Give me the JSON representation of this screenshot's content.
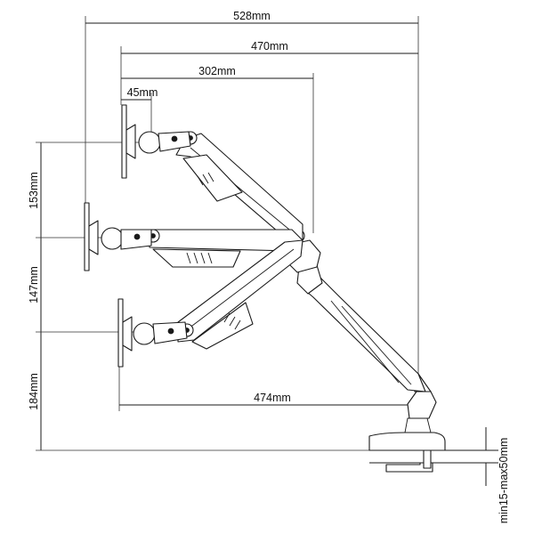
{
  "dimensions": {
    "overall_depth": "528mm",
    "max_reach": "470mm",
    "mid_reach": "302mm",
    "min_reach": "45mm",
    "bottom_reach": "474mm",
    "height_upper": "153mm",
    "height_middle": "147mm",
    "height_lower": "184mm",
    "desk_clamp_thickness": "min15-max50mm"
  }
}
